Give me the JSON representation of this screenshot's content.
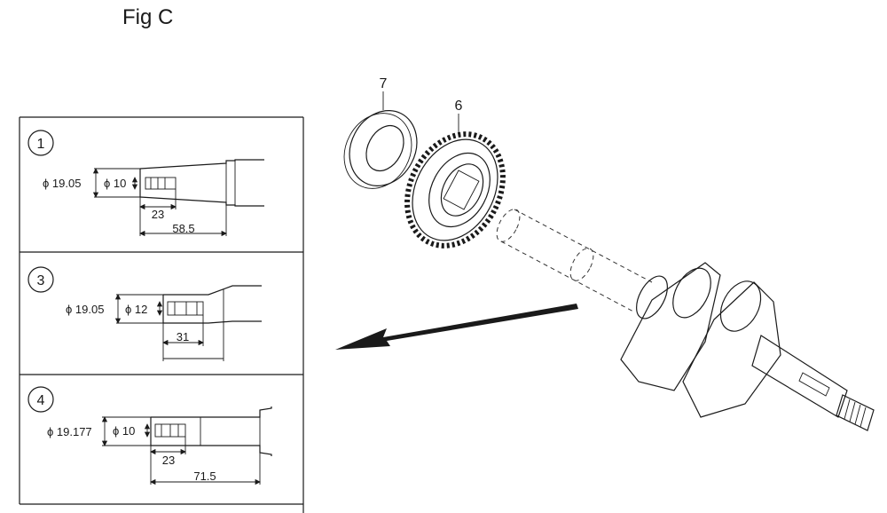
{
  "figure_title": "Fig C",
  "panels": [
    {
      "number": "1",
      "outer_diameter": "ϕ 19.05",
      "inner_diameter": "ϕ 10",
      "short_length": "23",
      "long_length": "58.5"
    },
    {
      "number": "3",
      "outer_diameter": "ϕ 19.05",
      "inner_diameter": "ϕ 12",
      "short_length": "31"
    },
    {
      "number": "4",
      "outer_diameter": "ϕ 19.177",
      "inner_diameter": "ϕ 10",
      "short_length": "23",
      "long_length": "71.5"
    }
  ],
  "callouts": {
    "washer": "7",
    "gear": "6"
  }
}
